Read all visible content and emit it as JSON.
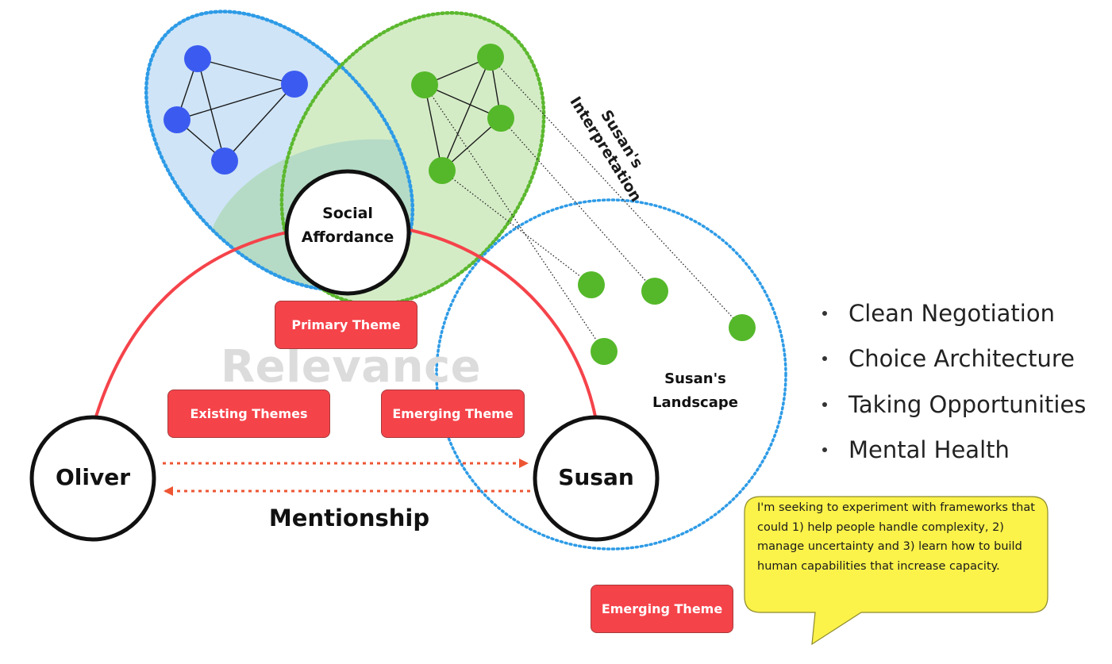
{
  "diagram": {
    "social_affordance_line1": "Social",
    "social_affordance_line2": "Affordance",
    "oliver": "Oliver",
    "susan": "Susan",
    "mentionship": "Mentionship",
    "relevance": "Relevance",
    "susans_interpretation_line1": "Susan's",
    "susans_interpretation_line2": "Interpretation",
    "susans_landscape_line1": "Susan's",
    "susans_landscape_line2": "Landscape"
  },
  "tags": {
    "primary_theme": "Primary Theme",
    "existing_themes": "Existing Themes",
    "emerging_theme": "Emerging Theme",
    "emerging_theme_bottom": "Emerging Theme"
  },
  "bullets": [
    "Clean Negotiation",
    "Choice Architecture",
    "Taking Opportunities",
    "Mental Health"
  ],
  "note": "I'm seeking to experiment with frameworks that could 1) help people handle complexity, 2) manage uncertainty and 3) learn how to build human capabilities that increase capacity.",
  "colors": {
    "relevance_arc": "#f5434a",
    "tag_fill": "#f5434a",
    "blue_region": "#cfe4f7",
    "blue_border": "#2e9be6",
    "blue_node": "#3b5bf0",
    "green_region": "#d4ecc6",
    "green_border": "#5cb82f",
    "green_node": "#55b82a",
    "overlap_region": "#b5dbc6",
    "note_fill": "#fbf24a",
    "arrow": "#ee5533"
  }
}
